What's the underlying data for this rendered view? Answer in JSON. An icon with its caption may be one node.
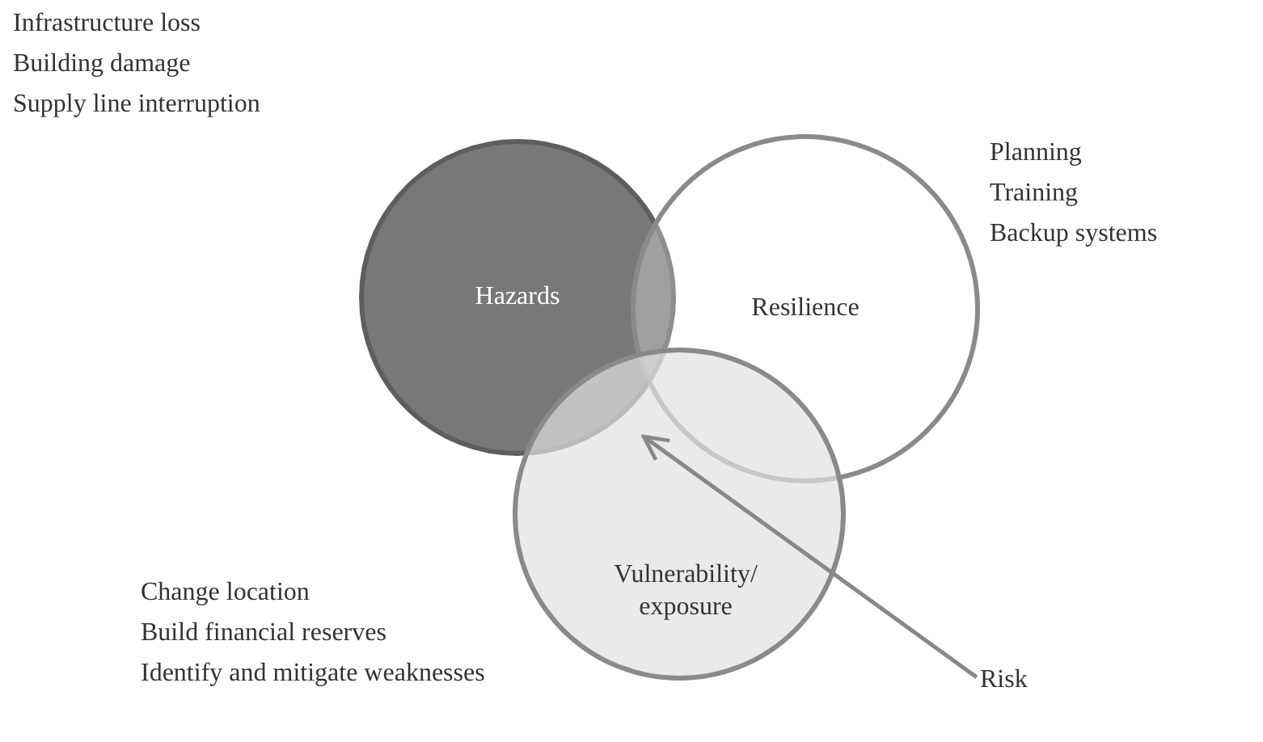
{
  "diagram": {
    "nodes": [
      {
        "text": [
          "Hazards"
        ],
        "beside": [
          "Infrastructure loss",
          "Building damage",
          "Supply line interruption"
        ]
      },
      {
        "text": [
          "Resilience"
        ],
        "beside": [
          "Planning",
          "Training",
          "Backup systems"
        ]
      },
      {
        "text": [
          "Vulnerability/ exposure"
        ],
        "beside": [
          "Change location",
          "Build financial reserves",
          "Identify and mitigate weaknesses"
        ]
      },
      {
        "text": [
          "Risk"
        ]
      }
    ],
    "edges": [
      {
        "from": 3,
        "to": 2,
        "arrow": "to"
      }
    ]
  }
}
